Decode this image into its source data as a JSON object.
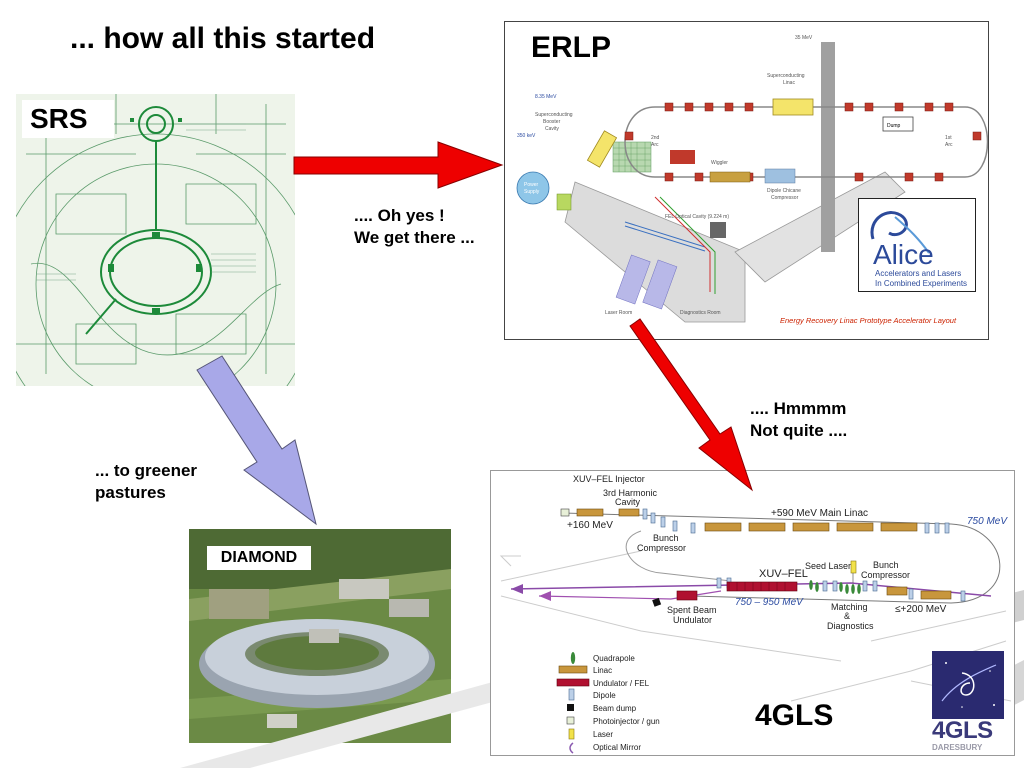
{
  "slide": {
    "title": "... how all this started",
    "captions": {
      "oh_yes": ".... Oh yes !",
      "get_there": "We get there ...",
      "hmmmm": ".... Hmmmm",
      "not_quite": "Not quite ....",
      "greener": "... to greener",
      "pastures": "pastures"
    }
  },
  "srs": {
    "label": "SRS"
  },
  "diamond": {
    "label": "DIAMOND"
  },
  "erlp": {
    "label": "ERLP",
    "mev35": "35 MeV",
    "mev835": "8.35 MeV",
    "kev350": "350 keV",
    "sc_linac_1": "Superconducting",
    "sc_linac_2": "Linac",
    "booster_1": "Superconducting",
    "booster_2": "Booster",
    "booster_3": "Cavity",
    "arc2_1": "2nd",
    "arc2_2": "Arc",
    "arc1_1": "1st",
    "arc1_2": "Arc",
    "dump": "Dump",
    "wiggler": "Wiggler",
    "chicane_1": "Dipole Chicane",
    "chicane_2": "Compressor",
    "power_1": "Power",
    "power_2": "Supply",
    "cavity": "FEL Optical Cavity (9.224 m)",
    "laser_room": "Laser Room",
    "diag_room": "Diagnostics Room",
    "footer": "Energy Recovery Linac Prototype Accelerator Layout",
    "alice_name": "Alice",
    "alice_line1": "Accelerators and Lasers",
    "alice_line2": "In Combined Experiments",
    "colors": {
      "beam": "#c0392b",
      "footer": "#cc2200",
      "alice": "#2c4a9a"
    }
  },
  "gls": {
    "label": "4GLS",
    "injector": "XUV–FEL Injector",
    "harmonic_1": "3rd Harmonic",
    "harmonic_2": "Cavity",
    "mev160": "+160 MeV",
    "main_linac": "+590 MeV Main Linac",
    "mev750": "750 MeV",
    "bunch_comp_1": "Bunch",
    "bunch_comp_1b": "Compressor",
    "xuv_fel": "XUV–FEL",
    "seed_laser": "Seed Laser",
    "bunch_comp_2": "Bunch",
    "bunch_comp_2b": "Compressor",
    "mev750_950": "750 – 950 MeV",
    "spent_1": "Spent Beam",
    "spent_2": "Undulator",
    "matching_1": "Matching",
    "matching_2": "&",
    "matching_3": "Diagnostics",
    "mev200": "≤+200 MeV",
    "legend": [
      {
        "name": "Quadrapole"
      },
      {
        "name": "Linac"
      },
      {
        "name": "Undulator / FEL"
      },
      {
        "name": "Dipole"
      },
      {
        "name": "Beam dump"
      },
      {
        "name": "Photoinjector / gun"
      },
      {
        "name": "Laser"
      },
      {
        "name": "Optical Mirror"
      }
    ],
    "logo_text": "4GLS",
    "logo_sub": "DARESBURY",
    "colors": {
      "linac": "#c8963c",
      "undulator": "#b01030",
      "dipole": "#bcd0e8",
      "mirror": "#8a5ab0",
      "laser": "#f2e24a",
      "energy": "#2a4aa0"
    }
  },
  "arrows": {
    "red": "#ee0000",
    "blue": "#a8a8e8"
  }
}
